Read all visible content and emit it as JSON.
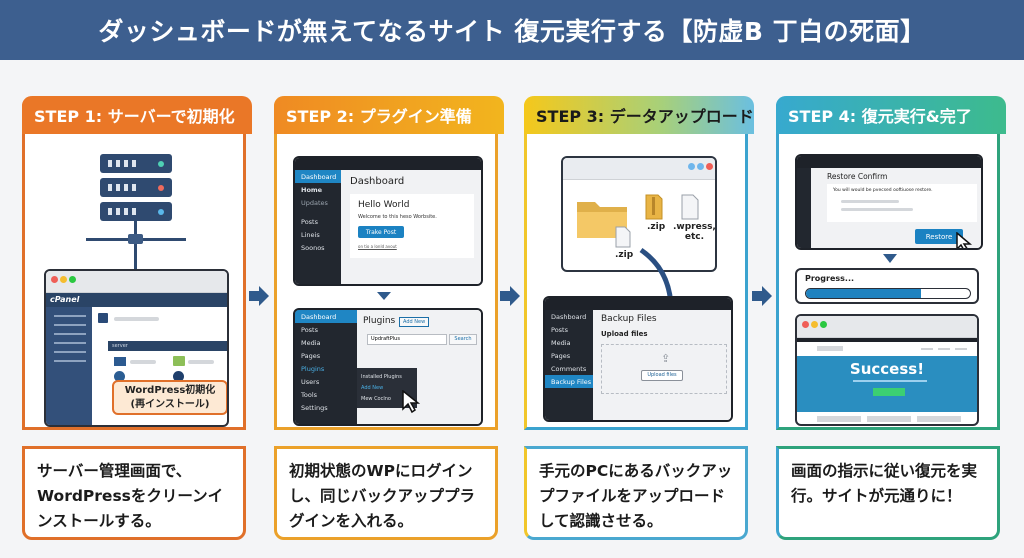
{
  "title": "ダッシュボードが無えてなるサイト 復元実行する【防虚B 丁白の死面】",
  "colors": {
    "banner": "#3d5f8f",
    "step1": "#ea7727",
    "step2": "#f2b51e",
    "step3": "#3ba3cf",
    "step4": "#2ea37c",
    "arrow": "#2f5a8c"
  },
  "steps": [
    {
      "header": "STEP 1: サーバーで初期化",
      "description": "サーバー管理画面で、WordPressをクリーンインストールする。",
      "panel": {
        "brand": "cPanel",
        "section": "server",
        "callout_line1": "WordPress初期化",
        "callout_line2": "(再インストール)"
      }
    },
    {
      "header": "STEP 2: プラグイン準備",
      "description": "初期状態のWPにログインし、同じバックアッププラグインを入れる。",
      "dashboard": {
        "menu": [
          "Dashboard",
          "Home",
          "Updates",
          "Posts",
          "Lineis",
          "Soonos"
        ],
        "heading": "Dashboard",
        "box_title": "Hello World",
        "box_text": "Welcome to this heso Worbsite.",
        "box_button": "Trake Post",
        "box_link": "on tio a lonld avout"
      },
      "plugins": {
        "menu": [
          "Dashboard",
          "Posts",
          "Media",
          "Pages",
          "Plugins",
          "Users",
          "Tools",
          "Settings"
        ],
        "heading": "Plugins",
        "add_new": "Add New",
        "search_value": "UpdraftPlus",
        "search_button": "Search",
        "submenu": [
          "Installed Plugins",
          "Add New",
          "Mew Coclno"
        ]
      }
    },
    {
      "header": "STEP 3: データアップロード",
      "description": "手元のPCにあるバックアップファイルをアップロードして認識させる。",
      "files": {
        "zip1": ".zip",
        "zip2": ".zip",
        "wpress": ".wpress,",
        "etc": "etc."
      },
      "backup": {
        "menu": [
          "Dashboard",
          "Posts",
          "Media",
          "Pages",
          "Comments",
          "Backup Files"
        ],
        "heading": "Backup Files",
        "sub": "Upload files",
        "button": "Upload files"
      }
    },
    {
      "header": "STEP 4: 復元実行&完了",
      "description": "画面の指示に従い復元を実行。サイトが元通りに！",
      "restore": {
        "heading": "Restore Confirm",
        "text": "You will would be pvecsed ooftiuose restore.",
        "button": "Restore"
      },
      "progress": {
        "label": "Progress...",
        "value": 0.7
      },
      "success": "Success!"
    }
  ]
}
